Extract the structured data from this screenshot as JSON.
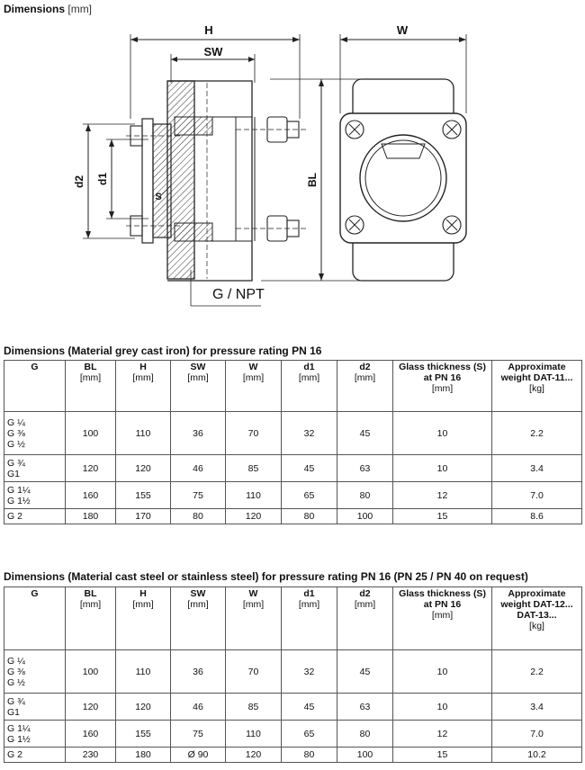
{
  "heading": {
    "label": "Dimensions",
    "unit": "[mm]"
  },
  "drawing_labels": {
    "h": "H",
    "sw": "SW",
    "w": "W",
    "bl": "BL",
    "d2": "d2",
    "d1": "d1",
    "s": "S",
    "g_npt": "G / NPT"
  },
  "table1": {
    "title": "Dimensions (Material grey cast iron) for pressure rating PN 16",
    "headers": [
      {
        "main": "G",
        "sub": ""
      },
      {
        "main": "BL",
        "sub": "[mm]"
      },
      {
        "main": "H",
        "sub": "[mm]"
      },
      {
        "main": "SW",
        "sub": "[mm]"
      },
      {
        "main": "W",
        "sub": "[mm]"
      },
      {
        "main": "d1",
        "sub": "[mm]"
      },
      {
        "main": "d2",
        "sub": "[mm]"
      },
      {
        "main": "Glass thickness (S) at PN 16",
        "sub": "[mm]"
      },
      {
        "main": "Approximate weight DAT-11...",
        "sub": "[kg]"
      }
    ],
    "rows": [
      {
        "g": [
          "G ¼",
          "G ⅜",
          "G ½"
        ],
        "vals": [
          "100",
          "110",
          "36",
          "70",
          "32",
          "45",
          "10",
          "2.2"
        ]
      },
      {
        "g": [
          "G ¾",
          "G1"
        ],
        "vals": [
          "120",
          "120",
          "46",
          "85",
          "45",
          "63",
          "10",
          "3.4"
        ]
      },
      {
        "g": [
          "G 1¼",
          "G 1½"
        ],
        "vals": [
          "160",
          "155",
          "75",
          "110",
          "65",
          "80",
          "12",
          "7.0"
        ]
      },
      {
        "g": [
          "G 2"
        ],
        "vals": [
          "180",
          "170",
          "80",
          "120",
          "80",
          "100",
          "15",
          "8.6"
        ]
      }
    ]
  },
  "table2": {
    "title": "Dimensions (Material cast steel or stainless steel) for pressure rating PN 16 (PN 25 / PN 40 on request)",
    "headers": [
      {
        "main": "G",
        "sub": ""
      },
      {
        "main": "BL",
        "sub": "[mm]"
      },
      {
        "main": "H",
        "sub": "[mm]"
      },
      {
        "main": "SW",
        "sub": "[mm]"
      },
      {
        "main": "W",
        "sub": "[mm]"
      },
      {
        "main": "d1",
        "sub": "[mm]"
      },
      {
        "main": "d2",
        "sub": "[mm]"
      },
      {
        "main": "Glass thickness (S) at PN 16",
        "sub": "[mm]"
      },
      {
        "main": "Approximate weight DAT-12... DAT-13...",
        "sub": "[kg]"
      }
    ],
    "rows": [
      {
        "g": [
          "G ¼",
          "G ⅜",
          "G ½"
        ],
        "vals": [
          "100",
          "110",
          "36",
          "70",
          "32",
          "45",
          "10",
          "2.2"
        ]
      },
      {
        "g": [
          "G ¾",
          "G1"
        ],
        "vals": [
          "120",
          "120",
          "46",
          "85",
          "45",
          "63",
          "10",
          "3.4"
        ]
      },
      {
        "g": [
          "G 1¼",
          "G 1½"
        ],
        "vals": [
          "160",
          "155",
          "75",
          "110",
          "65",
          "80",
          "12",
          "7.0"
        ]
      },
      {
        "g": [
          "G 2"
        ],
        "vals": [
          "230",
          "180",
          "Ø 90",
          "120",
          "80",
          "100",
          "15",
          "10.2"
        ]
      }
    ]
  }
}
